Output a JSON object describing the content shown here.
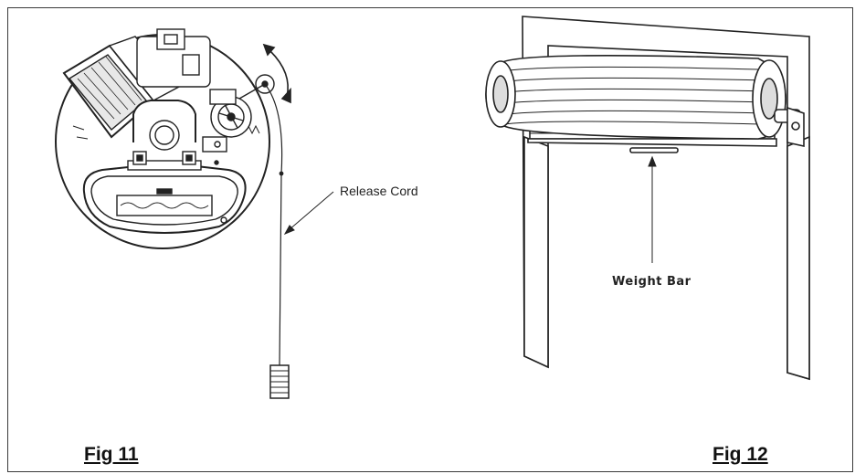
{
  "figures": [
    {
      "caption": "Fig 11",
      "label": "Release Cord"
    },
    {
      "caption": "Fig 12",
      "label": "Weight Bar"
    }
  ]
}
